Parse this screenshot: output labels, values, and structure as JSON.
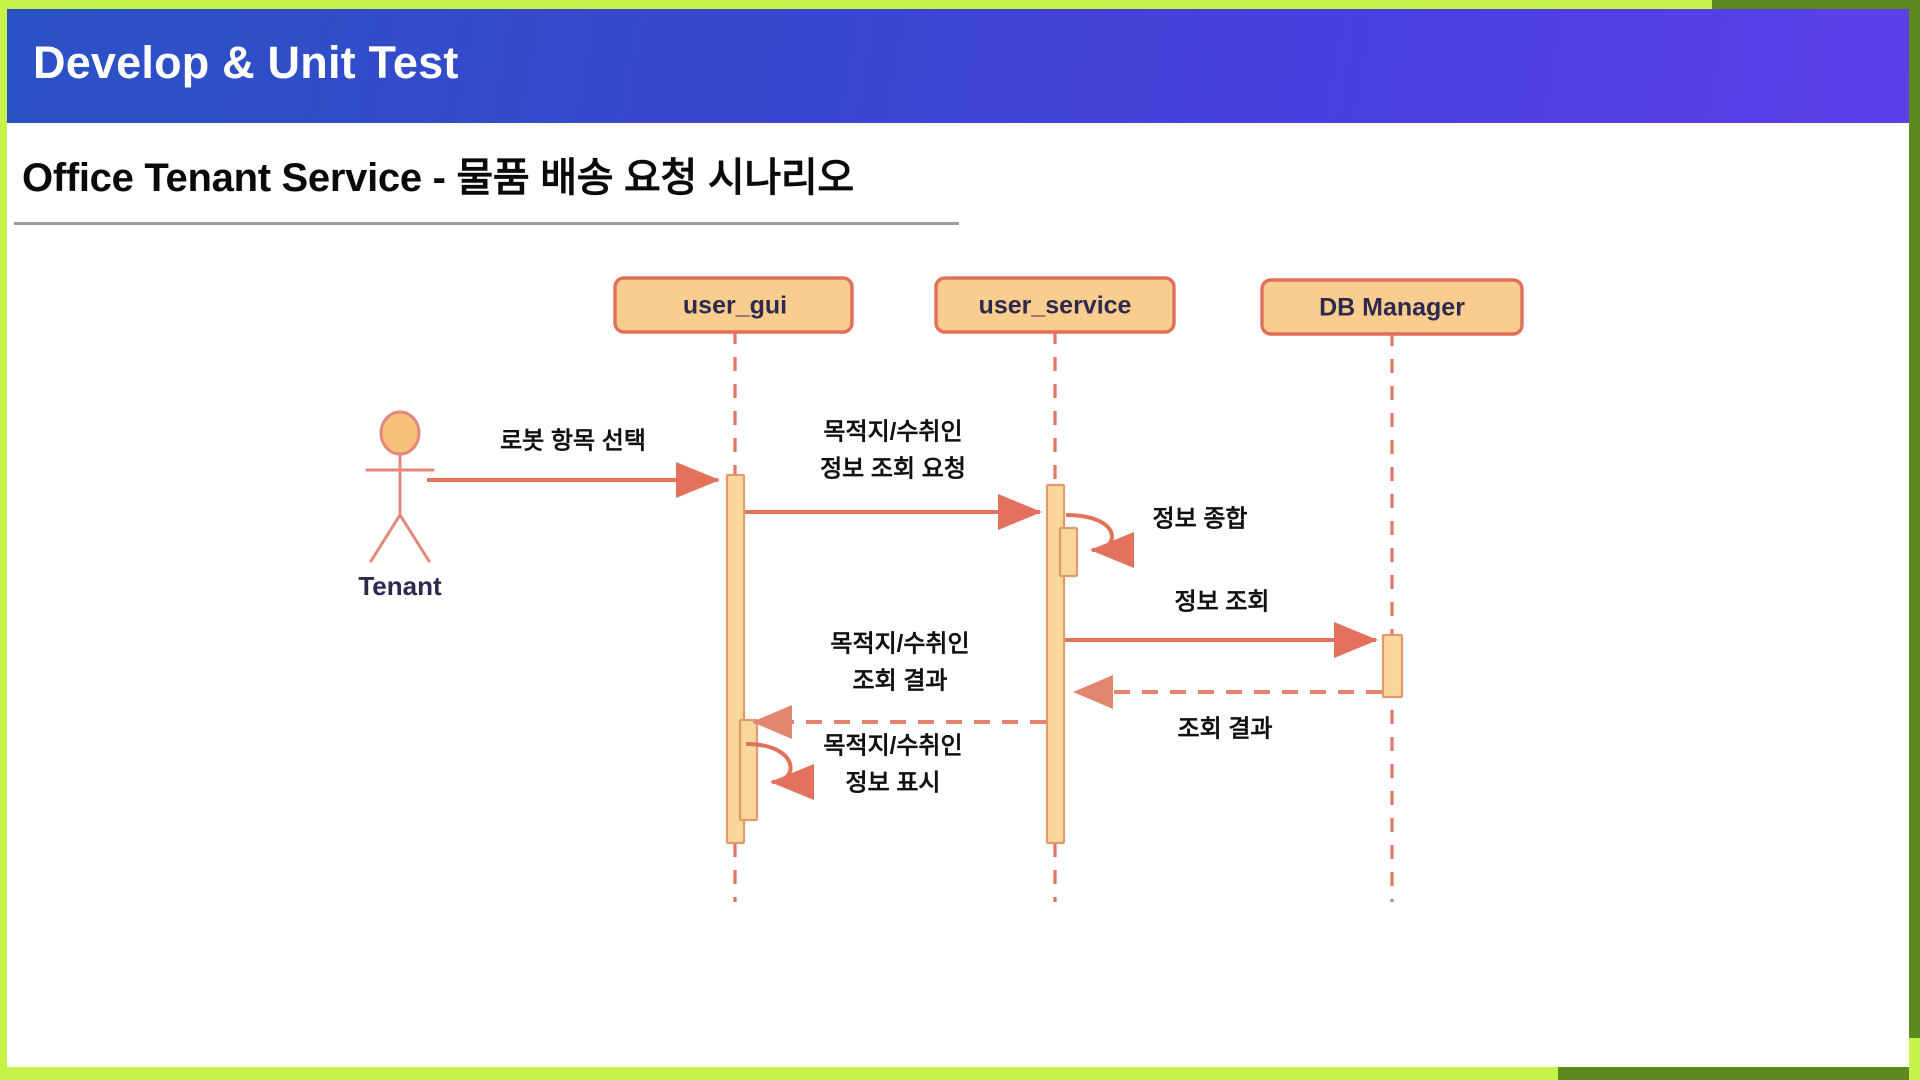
{
  "header": {
    "title": "Develop & Unit Test"
  },
  "subtitle": {
    "text": "Office Tenant Service - 물품 배송 요청 시나리오"
  },
  "diagram": {
    "type": "uml-sequence-diagram",
    "colors": {
      "box_fill": "#f9cd8e",
      "box_border": "#e0705a",
      "lifeline": "#e07666",
      "message": "#e2725b",
      "activation_fill": "#fad79c",
      "label_text": "#111111",
      "participant_text": "#2e2a4e",
      "banner_gradient_start": "#2a52c4",
      "banner_gradient_end": "#5b3fe8",
      "frame_accent": "#c6f24a",
      "frame_accent_dark": "#5d8a1f"
    },
    "actor": {
      "name": "Tenant"
    },
    "participants": [
      {
        "id": "user_gui",
        "label": "user_gui"
      },
      {
        "id": "user_service",
        "label": "user_service"
      },
      {
        "id": "db_manager",
        "label": "DB Manager"
      }
    ],
    "messages": [
      {
        "index": 1,
        "from": "Tenant",
        "to": "user_gui",
        "kind": "sync",
        "lines": [
          "로봇 항목 선택"
        ]
      },
      {
        "index": 2,
        "from": "user_gui",
        "to": "user_service",
        "kind": "sync",
        "lines": [
          "목적지/수취인",
          "정보 조회 요청"
        ]
      },
      {
        "index": 3,
        "from": "user_service",
        "to": "user_service",
        "kind": "self",
        "lines": [
          "정보 종합"
        ]
      },
      {
        "index": 4,
        "from": "user_service",
        "to": "db_manager",
        "kind": "sync",
        "lines": [
          "정보 조회"
        ]
      },
      {
        "index": 5,
        "from": "db_manager",
        "to": "user_service",
        "kind": "return",
        "lines": [
          "조회 결과"
        ]
      },
      {
        "index": 6,
        "from": "user_service",
        "to": "user_gui",
        "kind": "return",
        "lines": [
          "목적지/수취인",
          "조회 결과"
        ]
      },
      {
        "index": 7,
        "from": "user_gui",
        "to": "user_gui",
        "kind": "self",
        "lines": [
          "목적지/수취인",
          "정보 표시"
        ]
      }
    ],
    "message_labels": {
      "m1_l1": "로봇 항목 선택",
      "m2_l1": "목적지/수취인",
      "m2_l2": "정보 조회 요청",
      "m3_l1": "정보 종합",
      "m4_l1": "정보 조회",
      "m5_l1": "조회 결과",
      "m6_l1": "목적지/수취인",
      "m6_l2": "조회 결과",
      "m7_l1": "목적지/수취인",
      "m7_l2": "정보 표시"
    }
  }
}
